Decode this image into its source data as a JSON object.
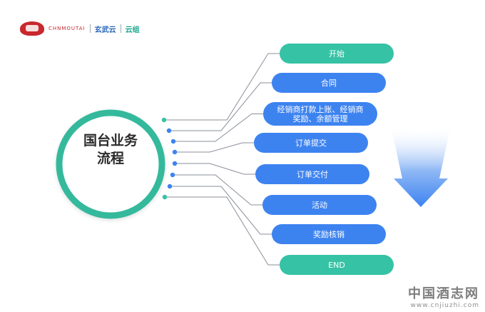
{
  "header": {
    "seal_text": "CHNMOUTAI",
    "brand_primary": "玄武云",
    "brand_secondary": "云组"
  },
  "center": {
    "line1": "国台业务",
    "line2": "流程"
  },
  "steps": [
    {
      "label": "开始",
      "kind": "terminal"
    },
    {
      "label": "合同",
      "kind": "process"
    },
    {
      "label": "经销商打款上账、经销商\n奖励、余额管理",
      "kind": "process"
    },
    {
      "label": "订单提交",
      "kind": "process"
    },
    {
      "label": "订单交付",
      "kind": "process"
    },
    {
      "label": "活动",
      "kind": "process"
    },
    {
      "label": "奖励核销",
      "kind": "process"
    },
    {
      "label": "END",
      "kind": "terminal"
    }
  ],
  "colors": {
    "terminal": "#36c2a4",
    "process": "#3d83f0",
    "ring": "#35b99c",
    "arrow": "#3d83f0",
    "connector": "#8a8f99"
  },
  "watermark": {
    "title": "中国酒志网",
    "url": "www.cnjiuzhi.com"
  }
}
